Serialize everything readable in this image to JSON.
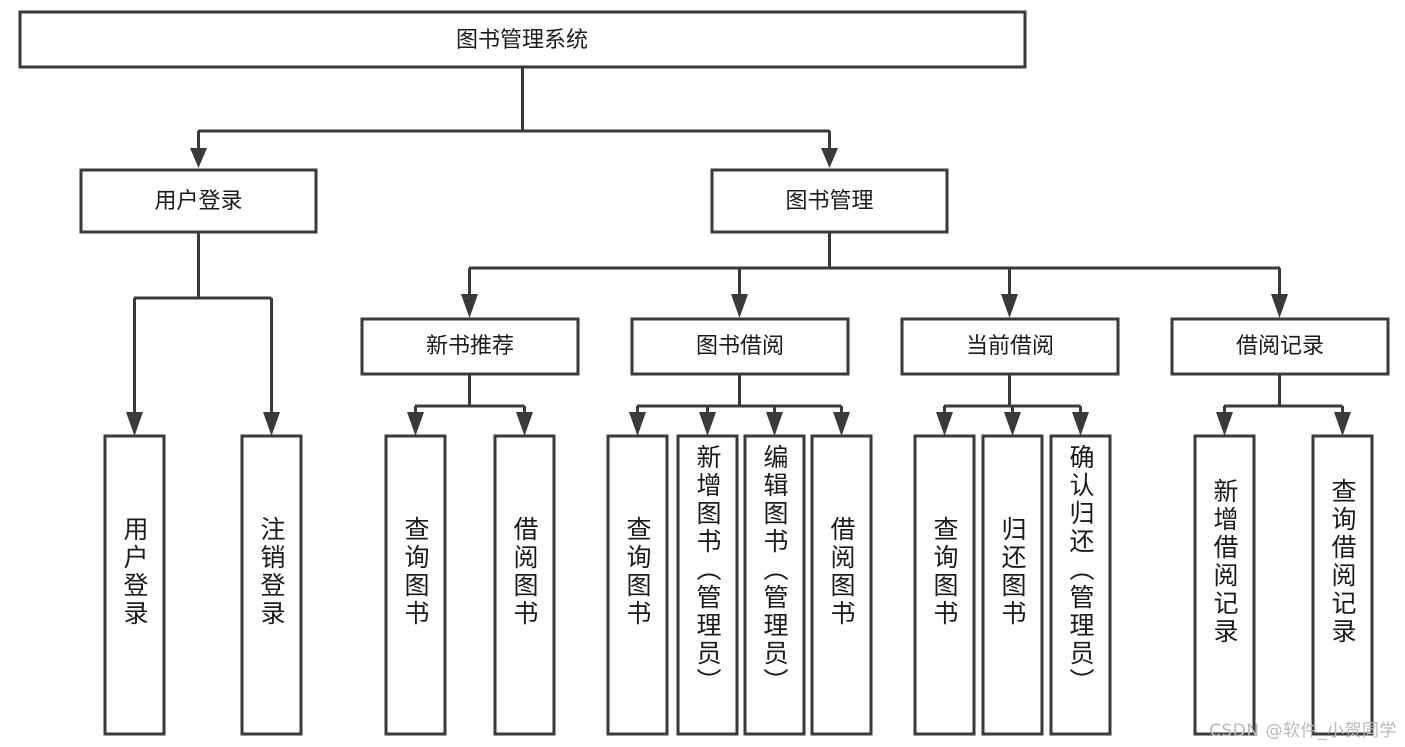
{
  "diagram": {
    "title": "图书管理系统",
    "type": "tree",
    "watermark": "CSDN @软件_小贺同学",
    "colors": {
      "stroke": "#3a3a3a",
      "text": "#1b1b1b",
      "background": "#ffffff",
      "watermark": "#b9b9b9"
    },
    "root": {
      "label": "图书管理系统"
    },
    "level2": [
      {
        "label": "用户登录"
      },
      {
        "label": "图书管理"
      }
    ],
    "level3": [
      {
        "label": "新书推荐"
      },
      {
        "label": "图书借阅"
      },
      {
        "label": "当前借阅"
      },
      {
        "label": "借阅记录"
      }
    ],
    "leaves": {
      "user_login": [
        {
          "label": "用户登录"
        },
        {
          "label": "注销登录"
        }
      ],
      "new_book_recommend": [
        {
          "label": "查询图书"
        },
        {
          "label": "借阅图书"
        }
      ],
      "book_borrow": [
        {
          "label": "查询图书"
        },
        {
          "label": "新增图书（管理员）"
        },
        {
          "label": "编辑图书（管理员）"
        },
        {
          "label": "借阅图书"
        }
      ],
      "current_borrow": [
        {
          "label": "查询图书"
        },
        {
          "label": "归还图书"
        },
        {
          "label": "确认归还（管理员）"
        }
      ],
      "borrow_records": [
        {
          "label": "新增借阅记录"
        },
        {
          "label": "查询借阅记录"
        }
      ]
    }
  }
}
